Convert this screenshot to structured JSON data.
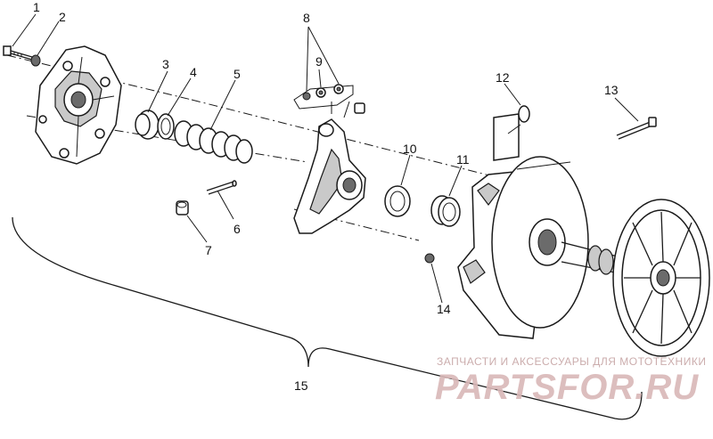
{
  "callouts": [
    "1",
    "2",
    "3",
    "4",
    "5",
    "6",
    "7",
    "8",
    "9",
    "10",
    "11",
    "12",
    "13",
    "14",
    "15"
  ],
  "watermark": {
    "caption": "ЗАПЧАСТИ И АКСЕССУАРЫ ДЛЯ МОТОТЕХНИКИ",
    "logo": "PARTSFOR.RU"
  },
  "colors": {
    "line": "#1a1a1a",
    "watermark": "#d9b8b8"
  }
}
